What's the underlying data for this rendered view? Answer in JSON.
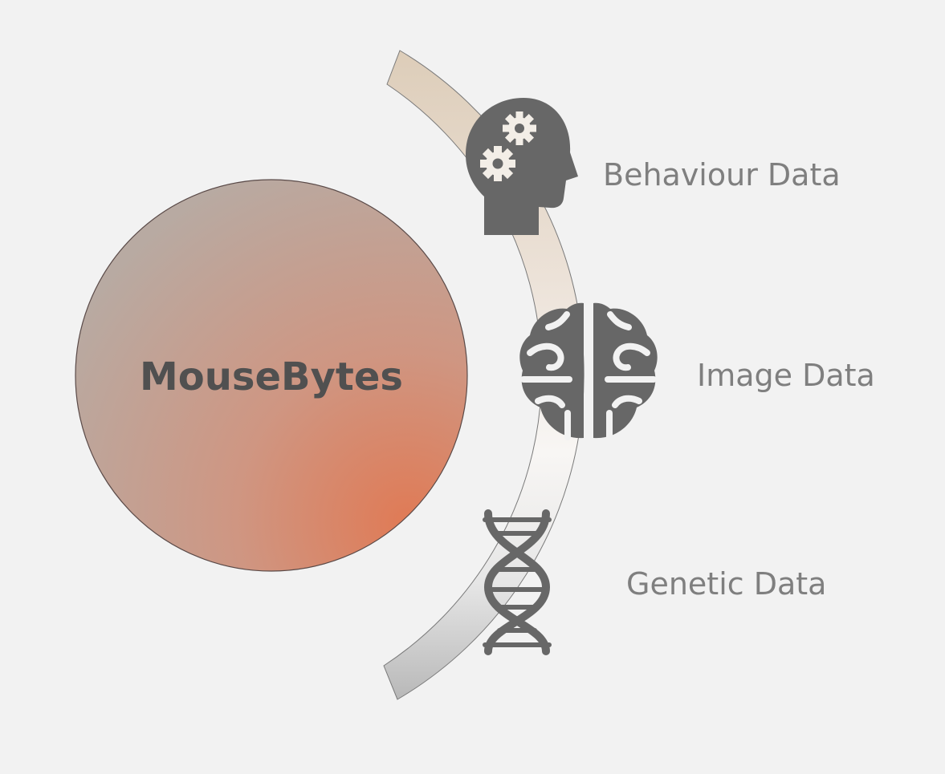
{
  "center": {
    "label": "MouseBytes"
  },
  "items": [
    {
      "label": "Behaviour Data",
      "icon": "head-gears-icon"
    },
    {
      "label": "Image Data",
      "icon": "brain-icon"
    },
    {
      "label": "Genetic Data",
      "icon": "dna-icon"
    }
  ],
  "colors": {
    "background": "#f2f2f2",
    "icon": "#676767",
    "label": "#7f7f7f",
    "center_text": "#505050",
    "circle_gradient_start": "#bdaaa0",
    "circle_gradient_end": "#e07a55",
    "arc_top": "#dfd1bf",
    "arc_mid": "#f5f2ee",
    "arc_bottom": "#b9b9b9"
  }
}
